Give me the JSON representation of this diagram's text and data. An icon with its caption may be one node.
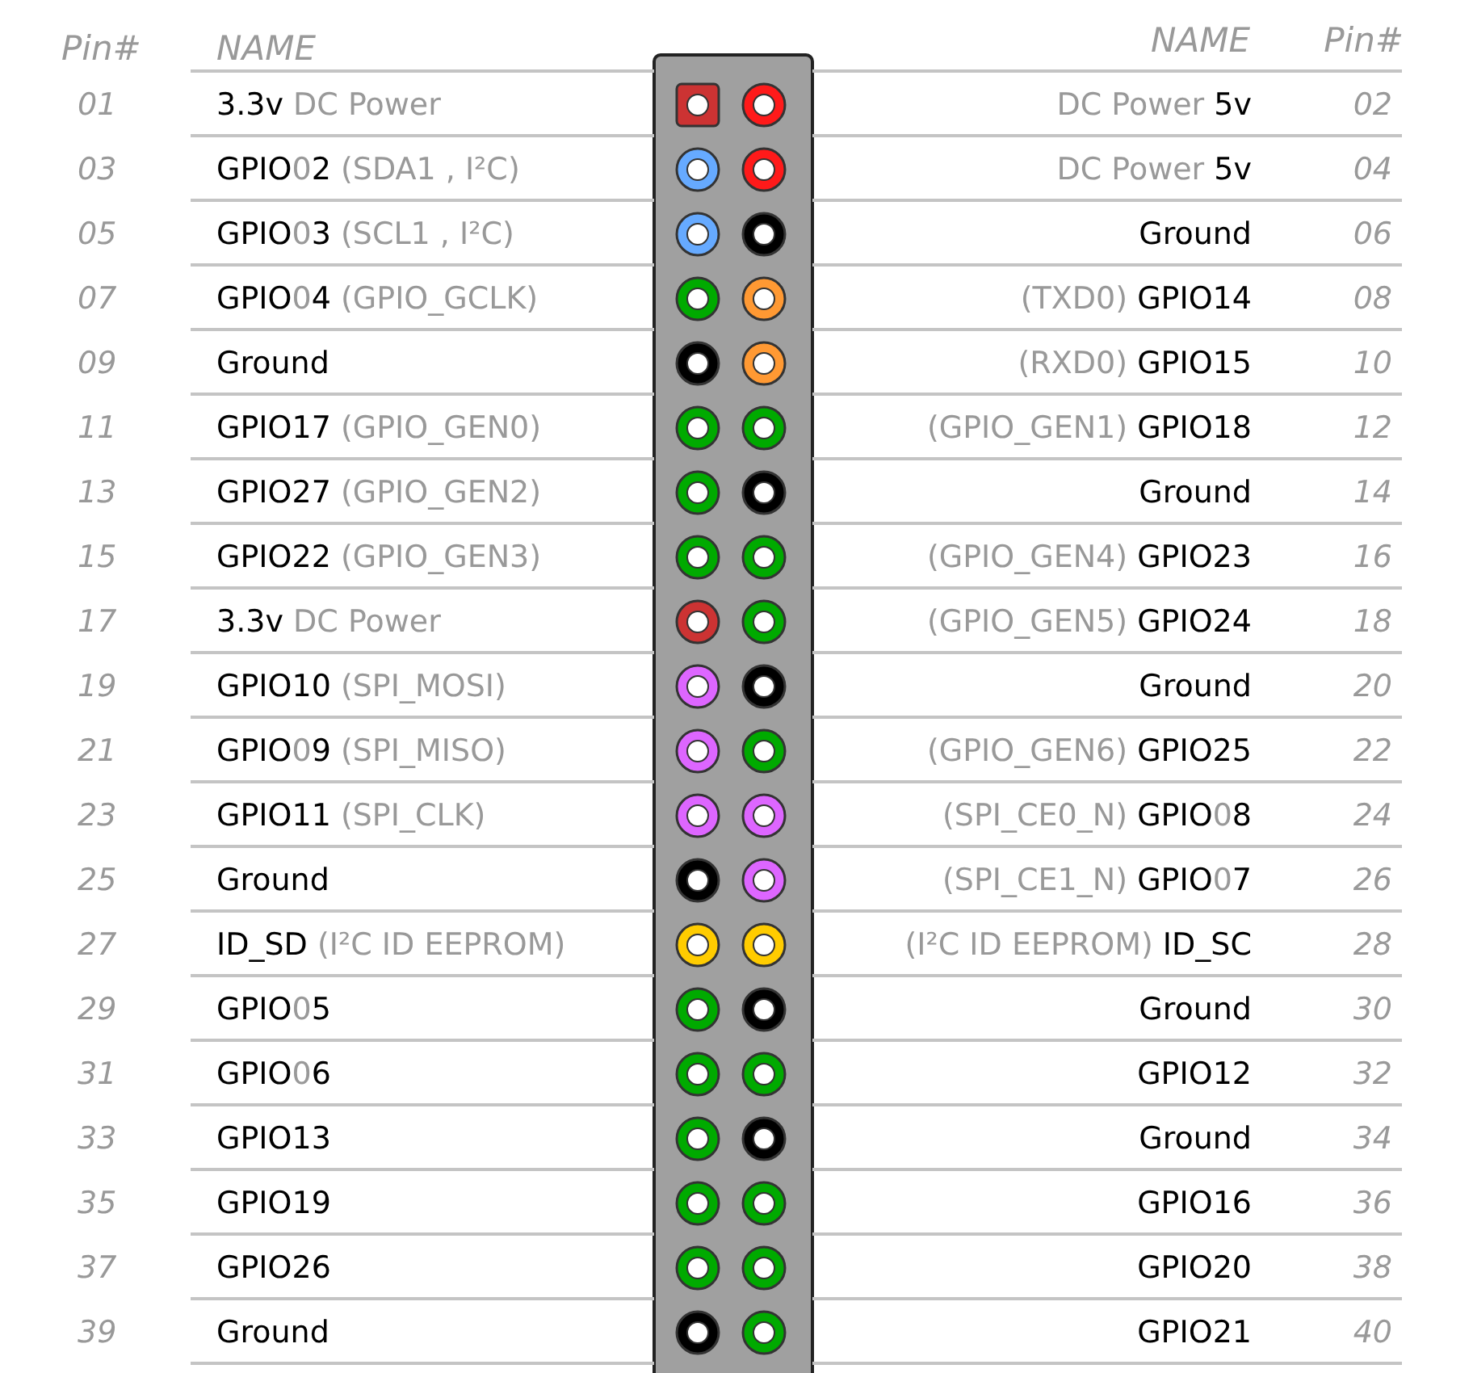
{
  "diagram": {
    "labels": [
      "Pin#",
      "NAME",
      "NAME",
      "Pin#",
      "01",
      "3.3v DC Power",
      "DC Power 5v",
      "02",
      "03",
      "GPIO02 (SDA1 , I²C)",
      "DC Power 5v",
      "04",
      "05",
      "GPIO03 (SCL1 , I²C)",
      "Ground",
      "06",
      "07",
      "GPIO04 (GPIO_GCLK)",
      "(TXD0) GPIO14",
      "08",
      "09",
      "Ground",
      "(RXD0) GPIO15",
      "10",
      "11",
      "GPIO17 (GPIO_GEN0)",
      "(GPIO_GEN1) GPIO18",
      "12",
      "13",
      "GPIO27 (GPIO_GEN2)",
      "Ground",
      "14",
      "15",
      "GPIO22 (GPIO_GEN3)",
      "(GPIO_GEN4) GPIO23",
      "16",
      "17",
      "3.3v DC Power",
      "(GPIO_GEN5) GPIO24",
      "18",
      "19",
      "GPIO10 (SPI_MOSI)",
      "Ground",
      "20",
      "21",
      "GPIO09 (SPI_MISO)",
      "(GPIO_GEN6) GPIO25",
      "22",
      "23",
      "GPIO11 (SPI_CLK)",
      "(SPI_CE0_N) GPIO08",
      "24",
      "25",
      "Ground",
      "(SPI_CE1_N) GPIO07",
      "26",
      "27",
      "ID_SD (I²C ID EEPROM)",
      "(I²C ID EEPROM) ID_SC",
      "28",
      "29",
      "GPIO05",
      "Ground",
      "30",
      "31",
      "GPIO06",
      "GPIO12",
      "32",
      "33",
      "GPIO13",
      "Ground",
      "34",
      "35",
      "GPIO19",
      "GPIO16",
      "36",
      "37",
      "GPIO26",
      "GPIO20",
      "38",
      "39",
      "Ground",
      "GPIO21",
      "40"
    ]
  }
}
